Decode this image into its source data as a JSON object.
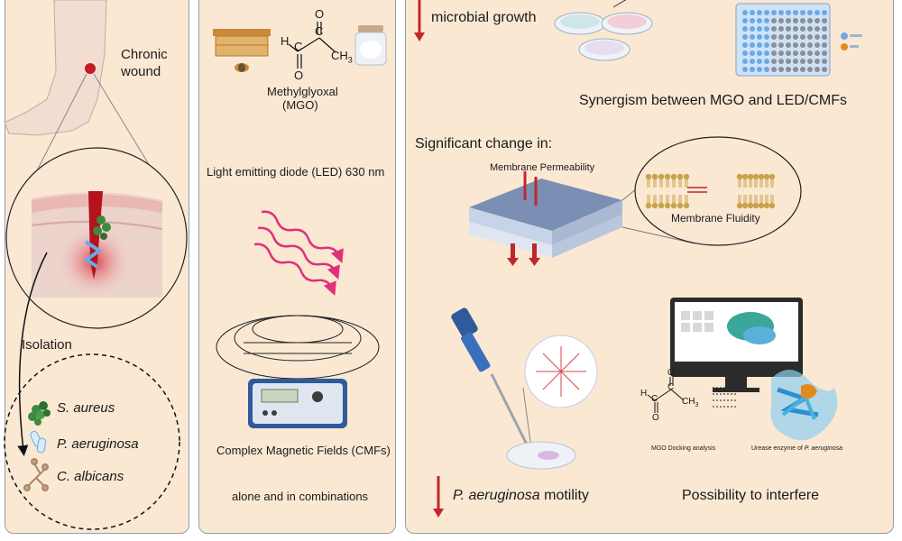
{
  "left_panel": {
    "wound_label_1": "Chronic",
    "wound_label_2": "wound",
    "isolation_label": "Isolation",
    "organisms": [
      {
        "name": "S. aureus"
      },
      {
        "name": "P. aeruginosa"
      },
      {
        "name": "C. albicans"
      }
    ]
  },
  "middle_panel": {
    "mgo_name": "Methylglyoxal",
    "mgo_abbrev": "(MGO)",
    "mgo_atoms": {
      "h": "H",
      "o": "O",
      "c": "C",
      "ch3": "CH",
      "sub3": "3"
    },
    "led_label": "Light emitting diode (LED) 630 nm",
    "cmf_label": "Complex Magnetic Fields (CMFs)",
    "combo_label": "alone and in combinations"
  },
  "right_panel": {
    "growth_label": "microbial growth",
    "synergism_label": "Synergism between MGO and LED/CMFs",
    "change_heading": "Significant change in:",
    "permeability_label": "Membrane Permeability",
    "fluidity_label": "Membrane Fluidity",
    "motility_species": "P. aeruginosa",
    "motility_word": "motility",
    "interfere_label": "Possibility to interfere",
    "docking_label": "MGO Docking analysis",
    "urease_prefix": "Urease enzyme of ",
    "urease_species": "P. aeruginosa",
    "docking_atoms": {
      "h": "H",
      "o": "O",
      "c": "C",
      "ch3": "CH",
      "sub3": "3"
    }
  },
  "colors": {
    "panel_bg": "#fbe8d3",
    "panel_border": "#8e9fb6",
    "arrow_red": "#c0272d",
    "wave_pink": "#e0307a",
    "plate_blue": "#3f76c9",
    "well_gray": "#8b8f96",
    "well_blue": "#6aa8e8",
    "lipid_head": "#c7a34c",
    "membrane_blue": "#6e84a8",
    "wound_red": "#c41a26",
    "green_cocci": "#3d8a3d",
    "protein_blue": "#49b0e0",
    "ligand_orange": "#e08a1f"
  }
}
